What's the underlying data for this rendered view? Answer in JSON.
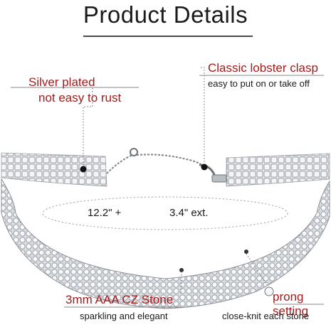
{
  "title": "Product Details",
  "callouts": {
    "plating_title": "Silver plated",
    "plating_sub": "not easy to rust",
    "clasp_title": "Classic lobster clasp",
    "clasp_sub": "easy to put on or take off",
    "stone_title": "3mm AAA CZ Stone",
    "stone_sub": "sparkling and elegant",
    "setting_title": "prong setting",
    "setting_sub": "close-knit each stone"
  },
  "measurements": {
    "length": "12.2\" +",
    "extension": "3.4\" ext."
  },
  "colors": {
    "accent": "#a11c1c",
    "text": "#1a1a1a",
    "line": "#6b6b6b"
  }
}
